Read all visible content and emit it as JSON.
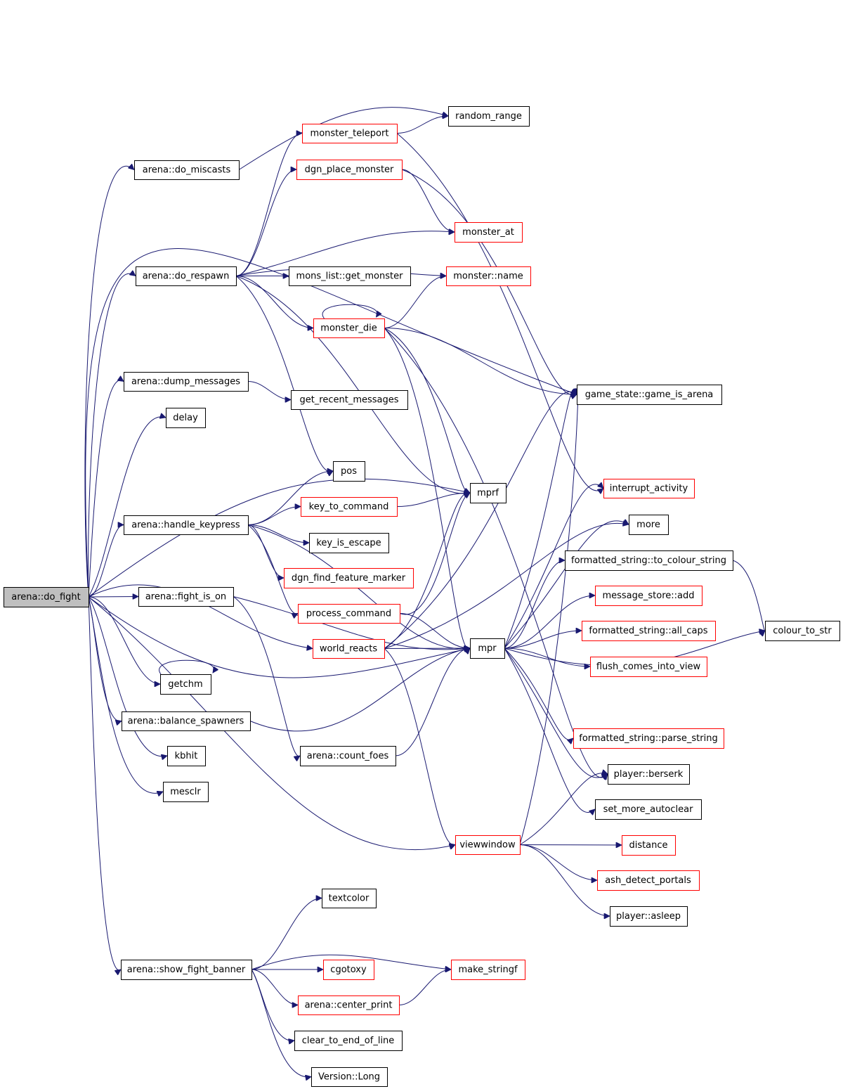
{
  "graph": {
    "nodes": [
      {
        "id": "do_fight",
        "label": "arena::do_fight",
        "style": "root"
      },
      {
        "id": "do_miscasts",
        "label": "arena::do_miscasts",
        "style": "normal"
      },
      {
        "id": "do_respawn",
        "label": "arena::do_respawn",
        "style": "normal"
      },
      {
        "id": "dump_messages",
        "label": "arena::dump_messages",
        "style": "normal"
      },
      {
        "id": "delay",
        "label": "delay",
        "style": "normal"
      },
      {
        "id": "handle_keypress",
        "label": "arena::handle_keypress",
        "style": "normal"
      },
      {
        "id": "fight_is_on",
        "label": "arena::fight_is_on",
        "style": "normal"
      },
      {
        "id": "getchm",
        "label": "getchm",
        "style": "normal"
      },
      {
        "id": "balance_spawners",
        "label": "arena::balance_spawners",
        "style": "normal"
      },
      {
        "id": "kbhit",
        "label": "kbhit",
        "style": "normal"
      },
      {
        "id": "mesclr",
        "label": "mesclr",
        "style": "normal"
      },
      {
        "id": "show_fight_banner",
        "label": "arena::show_fight_banner",
        "style": "normal"
      },
      {
        "id": "monster_teleport",
        "label": "monster_teleport",
        "style": "red"
      },
      {
        "id": "dgn_place_monster",
        "label": "dgn_place_monster",
        "style": "red"
      },
      {
        "id": "mons_list_get_monster",
        "label": "mons_list::get_monster",
        "style": "normal"
      },
      {
        "id": "monster_die",
        "label": "monster_die",
        "style": "red"
      },
      {
        "id": "get_recent_messages",
        "label": "get_recent_messages",
        "style": "normal"
      },
      {
        "id": "pos",
        "label": "pos",
        "style": "normal"
      },
      {
        "id": "key_to_command",
        "label": "key_to_command",
        "style": "red"
      },
      {
        "id": "key_is_escape",
        "label": "key_is_escape",
        "style": "normal"
      },
      {
        "id": "dgn_find_feature_marker",
        "label": "dgn_find_feature_marker",
        "style": "red"
      },
      {
        "id": "process_command",
        "label": "process_command",
        "style": "red"
      },
      {
        "id": "world_reacts",
        "label": "world_reacts",
        "style": "red"
      },
      {
        "id": "count_foes",
        "label": "arena::count_foes",
        "style": "normal"
      },
      {
        "id": "viewwindow",
        "label": "viewwindow",
        "style": "red"
      },
      {
        "id": "textcolor",
        "label": "textcolor",
        "style": "normal"
      },
      {
        "id": "cgotoxy",
        "label": "cgotoxy",
        "style": "red"
      },
      {
        "id": "center_print",
        "label": "arena::center_print",
        "style": "red"
      },
      {
        "id": "clear_to_end_of_line",
        "label": "clear_to_end_of_line",
        "style": "normal"
      },
      {
        "id": "version_long",
        "label": "Version::Long",
        "style": "normal"
      },
      {
        "id": "random_range",
        "label": "random_range",
        "style": "normal"
      },
      {
        "id": "monster_at",
        "label": "monster_at",
        "style": "red"
      },
      {
        "id": "monster_name",
        "label": "monster::name",
        "style": "red"
      },
      {
        "id": "mprf",
        "label": "mprf",
        "style": "normal"
      },
      {
        "id": "mpr",
        "label": "mpr",
        "style": "normal"
      },
      {
        "id": "make_stringf",
        "label": "make_stringf",
        "style": "red"
      },
      {
        "id": "game_is_arena",
        "label": "game_state::game_is_arena",
        "style": "normal"
      },
      {
        "id": "interrupt_activity",
        "label": "interrupt_activity",
        "style": "red"
      },
      {
        "id": "more",
        "label": "more",
        "style": "normal"
      },
      {
        "id": "to_colour_string",
        "label": "formatted_string::to_colour_string",
        "style": "normal"
      },
      {
        "id": "message_store_add",
        "label": "message_store::add",
        "style": "red"
      },
      {
        "id": "all_caps",
        "label": "formatted_string::all_caps",
        "style": "red"
      },
      {
        "id": "flush_comes_into_view",
        "label": "flush_comes_into_view",
        "style": "red"
      },
      {
        "id": "parse_string",
        "label": "formatted_string::parse_string",
        "style": "red"
      },
      {
        "id": "player_berserk",
        "label": "player::berserk",
        "style": "normal"
      },
      {
        "id": "set_more_autoclear",
        "label": "set_more_autoclear",
        "style": "normal"
      },
      {
        "id": "distance",
        "label": "distance",
        "style": "red"
      },
      {
        "id": "ash_detect_portals",
        "label": "ash_detect_portals",
        "style": "red"
      },
      {
        "id": "player_asleep",
        "label": "player::asleep",
        "style": "normal"
      },
      {
        "id": "colour_to_str",
        "label": "colour_to_str",
        "style": "normal"
      }
    ],
    "edges": [
      [
        "do_fight",
        "do_miscasts"
      ],
      [
        "do_fight",
        "do_respawn"
      ],
      [
        "do_fight",
        "dump_messages"
      ],
      [
        "do_fight",
        "delay"
      ],
      [
        "do_fight",
        "handle_keypress"
      ],
      [
        "do_fight",
        "fight_is_on"
      ],
      [
        "do_fight",
        "getchm"
      ],
      [
        "do_fight",
        "balance_spawners"
      ],
      [
        "do_fight",
        "kbhit"
      ],
      [
        "do_fight",
        "mesclr"
      ],
      [
        "do_fight",
        "show_fight_banner"
      ],
      [
        "do_fight",
        "game_is_arena"
      ],
      [
        "do_fight",
        "mprf"
      ],
      [
        "do_fight",
        "world_reacts"
      ],
      [
        "do_fight",
        "mpr"
      ],
      [
        "do_fight",
        "viewwindow"
      ],
      [
        "do_miscasts",
        "random_range"
      ],
      [
        "do_respawn",
        "monster_teleport"
      ],
      [
        "do_respawn",
        "dgn_place_monster"
      ],
      [
        "do_respawn",
        "monster_at"
      ],
      [
        "do_respawn",
        "monster_name"
      ],
      [
        "do_respawn",
        "mons_list_get_monster"
      ],
      [
        "do_respawn",
        "monster_die"
      ],
      [
        "do_respawn",
        "pos"
      ],
      [
        "do_respawn",
        "mprf"
      ],
      [
        "dump_messages",
        "get_recent_messages"
      ],
      [
        "handle_keypress",
        "pos"
      ],
      [
        "handle_keypress",
        "key_to_command"
      ],
      [
        "handle_keypress",
        "key_is_escape"
      ],
      [
        "handle_keypress",
        "dgn_find_feature_marker"
      ],
      [
        "handle_keypress",
        "process_command"
      ],
      [
        "handle_keypress",
        "mpr"
      ],
      [
        "fight_is_on",
        "count_foes"
      ],
      [
        "fight_is_on",
        "mpr"
      ],
      [
        "getchm",
        "getchm"
      ],
      [
        "balance_spawners",
        "mpr"
      ],
      [
        "show_fight_banner",
        "textcolor"
      ],
      [
        "show_fight_banner",
        "cgotoxy"
      ],
      [
        "show_fight_banner",
        "center_print"
      ],
      [
        "show_fight_banner",
        "clear_to_end_of_line"
      ],
      [
        "show_fight_banner",
        "version_long"
      ],
      [
        "show_fight_banner",
        "make_stringf"
      ],
      [
        "monster_teleport",
        "random_range"
      ],
      [
        "monster_teleport",
        "interrupt_activity"
      ],
      [
        "dgn_place_monster",
        "monster_at"
      ],
      [
        "dgn_place_monster",
        "game_is_arena"
      ],
      [
        "monster_die",
        "monster_die"
      ],
      [
        "monster_die",
        "monster_name"
      ],
      [
        "monster_die",
        "game_is_arena"
      ],
      [
        "monster_die",
        "mprf"
      ],
      [
        "monster_die",
        "mpr"
      ],
      [
        "monster_die",
        "player_berserk"
      ],
      [
        "key_to_command",
        "mprf"
      ],
      [
        "process_command",
        "mprf"
      ],
      [
        "process_command",
        "mpr"
      ],
      [
        "world_reacts",
        "mpr"
      ],
      [
        "world_reacts",
        "mprf"
      ],
      [
        "world_reacts",
        "game_is_arena"
      ],
      [
        "world_reacts",
        "more"
      ],
      [
        "world_reacts",
        "viewwindow"
      ],
      [
        "count_foes",
        "mpr"
      ],
      [
        "viewwindow",
        "distance"
      ],
      [
        "viewwindow",
        "ash_detect_portals"
      ],
      [
        "viewwindow",
        "player_asleep"
      ],
      [
        "viewwindow",
        "player_berserk"
      ],
      [
        "viewwindow",
        "game_is_arena"
      ],
      [
        "center_print",
        "make_stringf"
      ],
      [
        "mpr",
        "game_is_arena"
      ],
      [
        "mpr",
        "interrupt_activity"
      ],
      [
        "mpr",
        "more"
      ],
      [
        "mpr",
        "to_colour_string"
      ],
      [
        "mpr",
        "message_store_add"
      ],
      [
        "mpr",
        "all_caps"
      ],
      [
        "mpr",
        "flush_comes_into_view"
      ],
      [
        "mpr",
        "colour_to_str"
      ],
      [
        "mpr",
        "parse_string"
      ],
      [
        "mpr",
        "player_berserk"
      ],
      [
        "mpr",
        "set_more_autoclear"
      ],
      [
        "to_colour_string",
        "colour_to_str"
      ]
    ]
  }
}
